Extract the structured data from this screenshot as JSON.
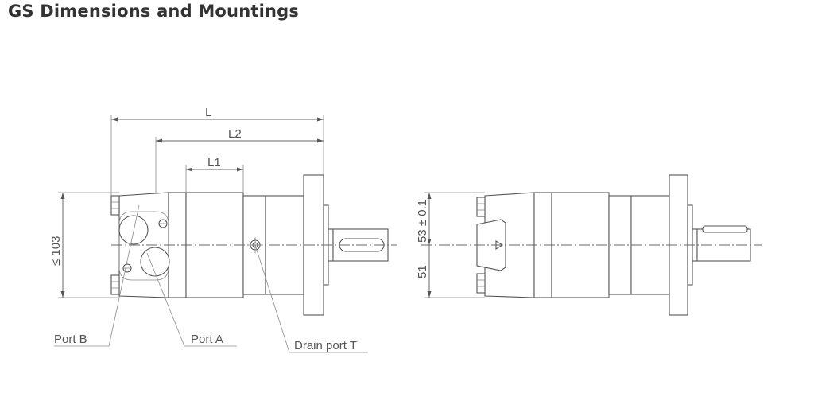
{
  "title": "GS Dimensions and Mountings",
  "dimensions": {
    "L": "L",
    "L2": "L2",
    "L1": "L1",
    "height": "≤ 103",
    "upper": "53 ± 0.1",
    "lower": "51"
  },
  "labels": {
    "port_b": "Port B",
    "port_a": "Port A",
    "drain_port": "Drain port T"
  },
  "colors": {
    "line": "#666666",
    "text": "#555555",
    "title": "#333333"
  }
}
